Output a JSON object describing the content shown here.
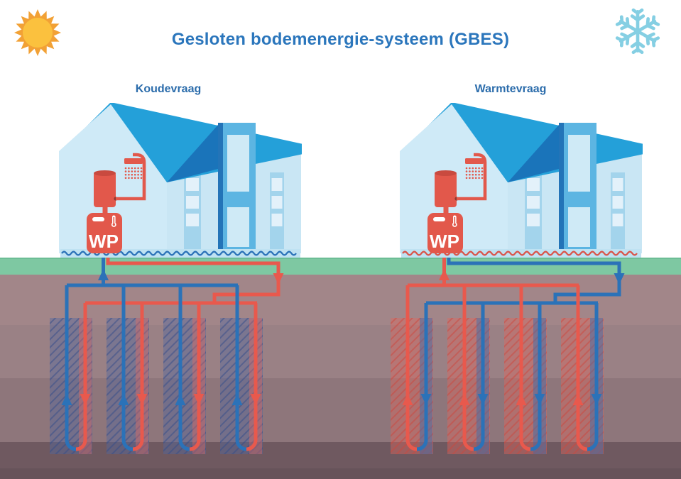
{
  "title": "Gesloten bodemenergie-systeem (GBES)",
  "header_icons": {
    "left": "sun-icon",
    "right": "snowflake-icon"
  },
  "systems": [
    {
      "label": "Koudevraag",
      "wp_label": "WP",
      "mode": "cooling",
      "boreholes": 4,
      "riser_color": "#2b72b8",
      "return_color": "#e8594d",
      "floor_wave_color": "#2b72b8"
    },
    {
      "label": "Warmtevraag",
      "wp_label": "WP",
      "mode": "heating",
      "boreholes": 4,
      "riser_color": "#e8594d",
      "return_color": "#2b72b8",
      "floor_wave_color": "#d9544a"
    }
  ],
  "colors": {
    "title_text": "#2b76bc",
    "label_text": "#2b6cab",
    "pipe_cold": "#2b72b8",
    "pipe_warm": "#e8594d",
    "sun_core": "#fbc13e",
    "sun_rays": "#f2a135",
    "snowflake": "#85cfe3",
    "grass": "#7ec8a2",
    "soil_layers": [
      "#a28689",
      "#9a8185",
      "#8e767b",
      "#6f5960",
      "#67535a"
    ],
    "house_wall": "#c9e6f4",
    "house_gable": "#cfeaf7",
    "roof": "#24a0d9",
    "roof_shadow": "#1a74ba",
    "tower": "#5cb5e2",
    "tower_edge": "#2374b8",
    "window_strip": "#a3d4ec",
    "window_pane": "#e3f1fa",
    "tower_window": "#cfeaf6",
    "appliance_red": "#e2584b",
    "appliance_red_dark": "#c94a3f",
    "floor_band": "#bfe2f2"
  }
}
